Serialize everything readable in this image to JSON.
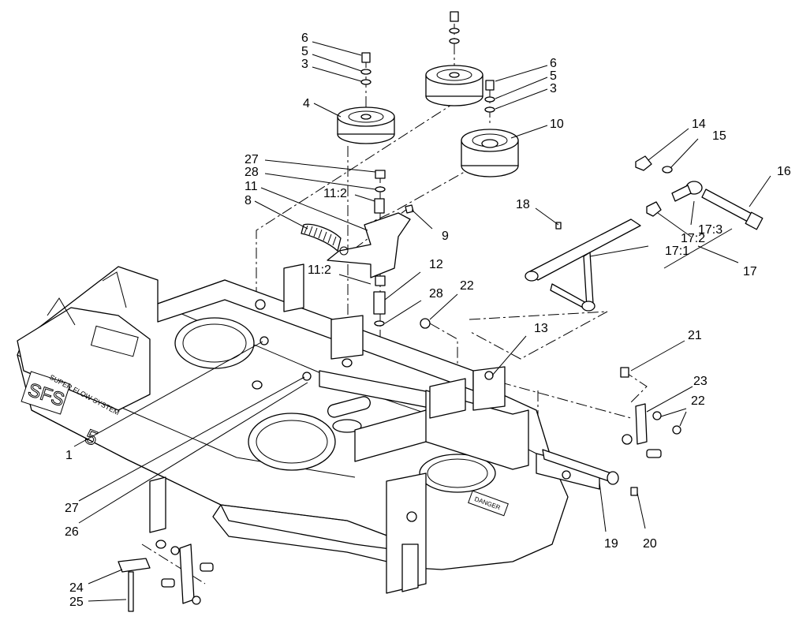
{
  "diagram": {
    "deck_branding": {
      "logo_letters": "SFS",
      "side_text": "SUPER FLOW SYSTEM",
      "model_digit": "5",
      "warning_decal": "DANGER"
    },
    "callouts": [
      {
        "id": "c6a",
        "text": "6"
      },
      {
        "id": "c5a",
        "text": "5"
      },
      {
        "id": "c3a",
        "text": "3"
      },
      {
        "id": "c4",
        "text": "4"
      },
      {
        "id": "c6b",
        "text": "6"
      },
      {
        "id": "c5b",
        "text": "5"
      },
      {
        "id": "c3b",
        "text": "3"
      },
      {
        "id": "c10",
        "text": "10"
      },
      {
        "id": "c27a",
        "text": "27"
      },
      {
        "id": "c28a",
        "text": "28"
      },
      {
        "id": "c11_2a",
        "text": "11:2"
      },
      {
        "id": "c11",
        "text": "11"
      },
      {
        "id": "c8",
        "text": "8"
      },
      {
        "id": "c9",
        "text": "9"
      },
      {
        "id": "c14",
        "text": "14"
      },
      {
        "id": "c15",
        "text": "15"
      },
      {
        "id": "c16",
        "text": "16"
      },
      {
        "id": "c18",
        "text": "18"
      },
      {
        "id": "c17_3",
        "text": "17:3"
      },
      {
        "id": "c17_2",
        "text": "17:2"
      },
      {
        "id": "c17_1",
        "text": "17:1"
      },
      {
        "id": "c17",
        "text": "17"
      },
      {
        "id": "c11_2b",
        "text": "11:2"
      },
      {
        "id": "c12",
        "text": "12"
      },
      {
        "id": "c28b",
        "text": "28"
      },
      {
        "id": "c22a",
        "text": "22"
      },
      {
        "id": "c13",
        "text": "13"
      },
      {
        "id": "c21",
        "text": "21"
      },
      {
        "id": "c23",
        "text": "23"
      },
      {
        "id": "c22b",
        "text": "22"
      },
      {
        "id": "c1",
        "text": "1"
      },
      {
        "id": "c27b",
        "text": "27"
      },
      {
        "id": "c26",
        "text": "26"
      },
      {
        "id": "c19",
        "text": "19"
      },
      {
        "id": "c20",
        "text": "20"
      },
      {
        "id": "c24",
        "text": "24"
      },
      {
        "id": "c25",
        "text": "25"
      }
    ]
  }
}
